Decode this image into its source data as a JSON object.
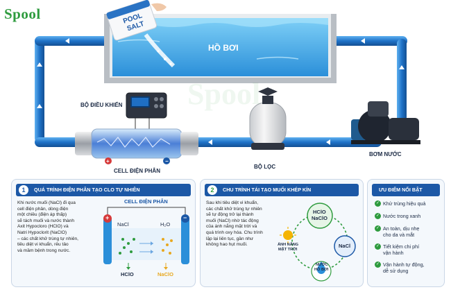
{
  "brand": {
    "logo_text": "Spool",
    "color_green": "#2e9b3e",
    "color_blue": "#1c58a6"
  },
  "diagram": {
    "pool_label": "HỒ BƠI",
    "salt_bag_text": [
      "POOL",
      "SALT"
    ],
    "controller_label": "BỘ ĐIỀU KHIỂN",
    "cell_label": "CELL ĐIỆN PHÂN",
    "filter_label": "BỘ LỌC",
    "pump_label": "BƠM NƯỚC",
    "watermark": "Spool",
    "pipe_color": "#1f73c8",
    "water_color": "#3ba7e8"
  },
  "panel1": {
    "number": "1",
    "title": "QUÁ TRÌNH ĐIỆN PHÂN TẠO CLO TỰ NHIÊN",
    "text": [
      "Khi nước muối (NaCl) đi qua",
      "cell điện phân, dòng điện",
      "một chiều (điện áp thấp)",
      "sẽ tách muối và nước thành",
      "Axit Hypocloro (HClO) và",
      "Natri Hypoclorit (NaClO)",
      "– các chất khử trùng tự nhiên,",
      "tiêu diệt vi khuẩn, rêu tảo",
      "và mầm bệnh trong nước."
    ],
    "cell_title": "CELL ĐIỆN PHÂN",
    "plus": "+",
    "minus": "−",
    "nacl": "NaCl",
    "h2o": "H₂O",
    "hclo": "HClO",
    "naclo": "NaClO"
  },
  "panel2": {
    "number": "2",
    "title": "CHU TRÌNH TÁI TẠO MUỐI KHÉP KÍN",
    "text": [
      "Sau khi tiêu diệt vi khuẩn,",
      "các chất khử trùng tự nhiên",
      "sẽ tự động trở lại thành",
      "muối (NaCl) nhờ tác động",
      "của ánh nắng mặt trời và",
      "quá trình oxy hóa. Chu trình",
      "lặp lại liên tục, gần như",
      "không hao hụt muối."
    ],
    "node_top": [
      "HClO",
      "NaClO"
    ],
    "node_right": "NaCl",
    "sun_label": [
      "ÁNH NẮNG",
      "MẶT TRỜI"
    ],
    "water_label": [
      "NƯỚC",
      "HỒ BƠI"
    ]
  },
  "panel3": {
    "title": "ƯU ĐIỂM NỔI BẬT",
    "items": [
      [
        "Khử trùng hiệu quả"
      ],
      [
        "Nước trong xanh"
      ],
      [
        "An toàn, dịu nhẹ",
        "cho da và mắt"
      ],
      [
        "Tiết kiệm chi phí",
        "vận hành"
      ],
      [
        "Vận hành tự động,",
        "dễ sử dụng"
      ]
    ]
  }
}
